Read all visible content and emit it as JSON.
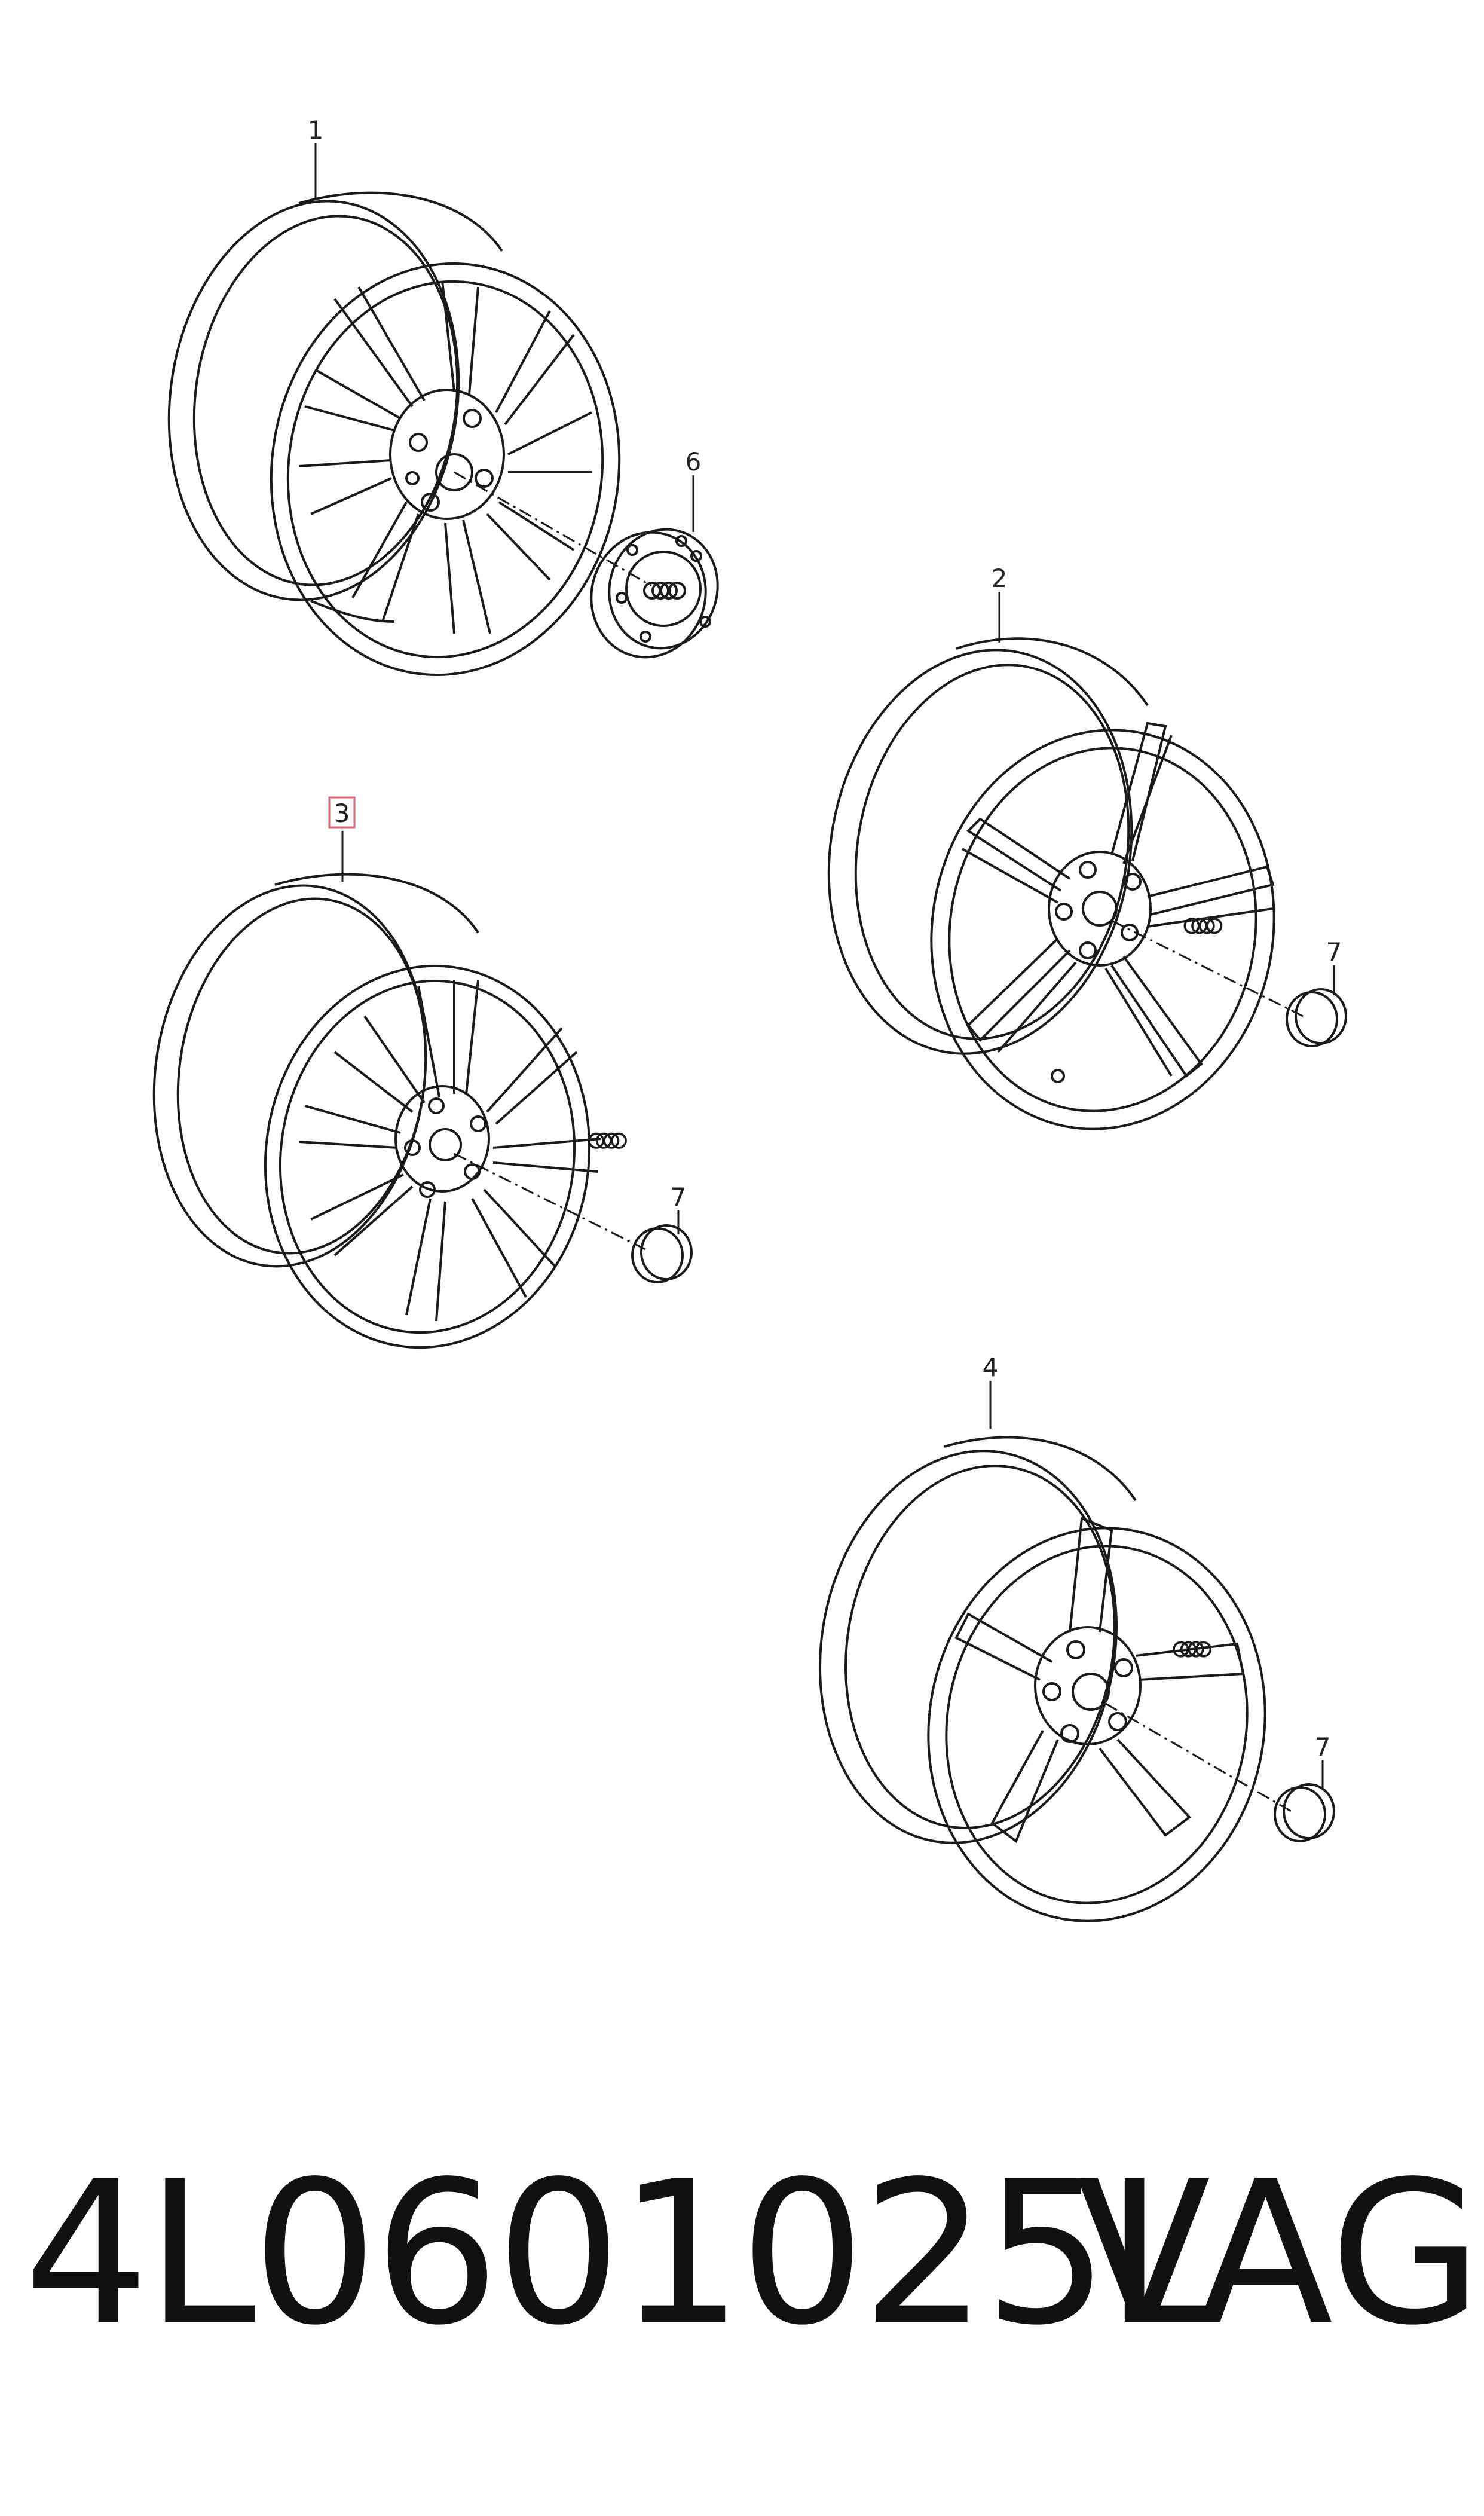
{
  "callouts": {
    "c1": "1",
    "c2": "2",
    "c3": "3",
    "c4": "4",
    "c6": "6",
    "c7a": "7",
    "c7b": "7",
    "c7c": "7"
  },
  "footer": {
    "part_number": "4L0601025L",
    "brand": "VAG"
  },
  "colors": {
    "line": "#1a1a1a",
    "highlight_box": "#e06070"
  },
  "icons": [
    "audi-rings-icon"
  ]
}
